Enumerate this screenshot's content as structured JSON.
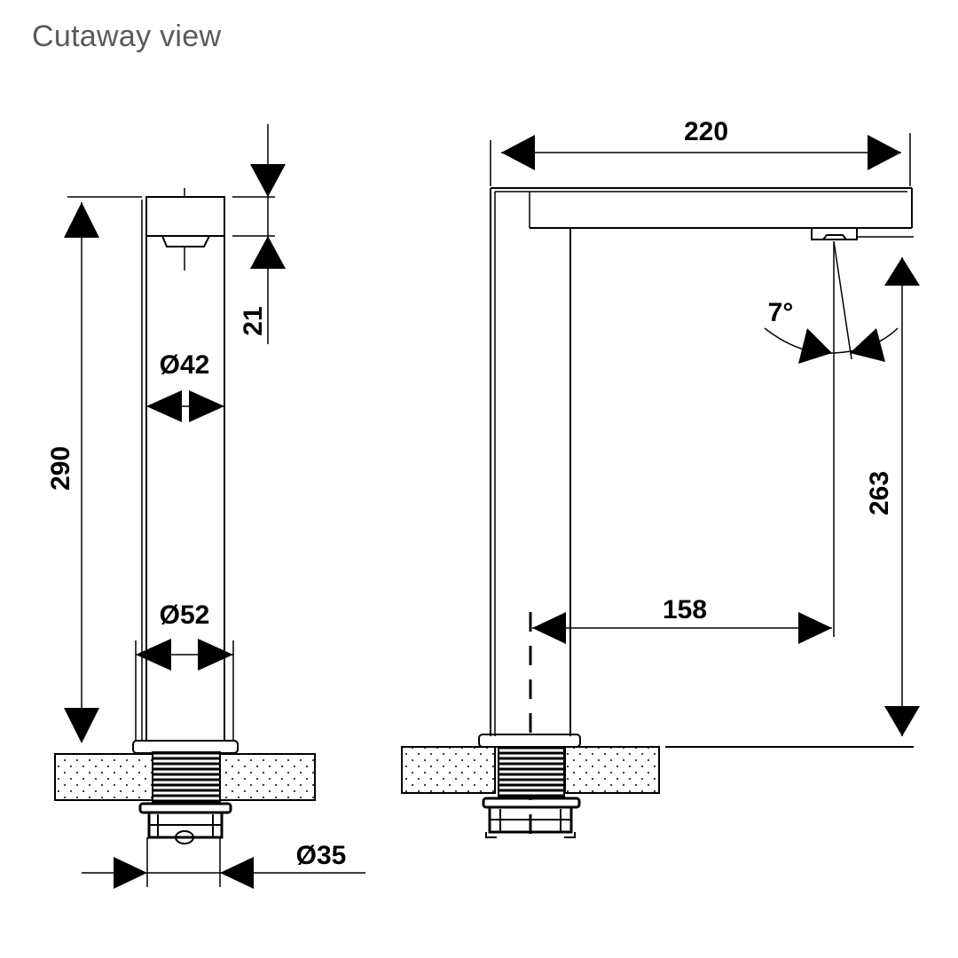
{
  "title": "Cutaway view",
  "dimensions": {
    "height_total": "290",
    "aerator_height": "21",
    "diameter_spout": "Ø42",
    "diameter_body": "Ø52",
    "diameter_shank": "Ø35",
    "reach": "220",
    "spout_offset": "158",
    "outlet_height": "263",
    "spray_angle": "7°"
  },
  "colors": {
    "line": "#000000",
    "title": "#5a5a5a",
    "background": "#ffffff"
  }
}
